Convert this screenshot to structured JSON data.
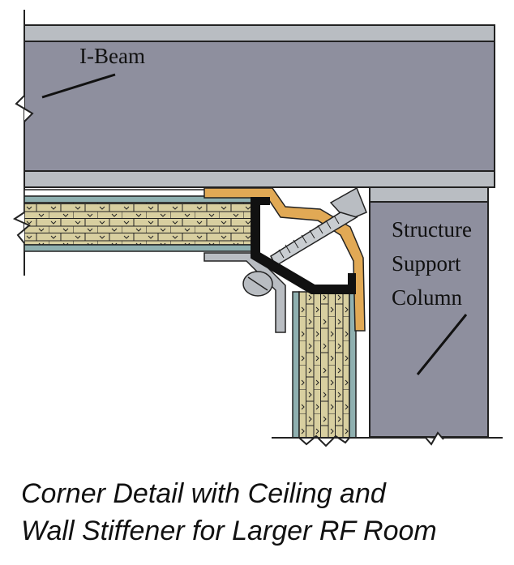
{
  "labels": {
    "ibeam": "I-Beam",
    "column_line1": "Structure",
    "column_line2": "Support",
    "column_line3": "Column"
  },
  "caption": {
    "line1": "Corner Detail with Ceiling and",
    "line2": "Wall Stiffener for Larger RF Room"
  },
  "colors": {
    "steel": "#8e8f9e",
    "flange": "#b9bdc2",
    "panel_core": "#d8cfa0",
    "panel_skin": "#8fb0b0",
    "trim_orange": "#e1a955",
    "stiffener": "#111111"
  }
}
